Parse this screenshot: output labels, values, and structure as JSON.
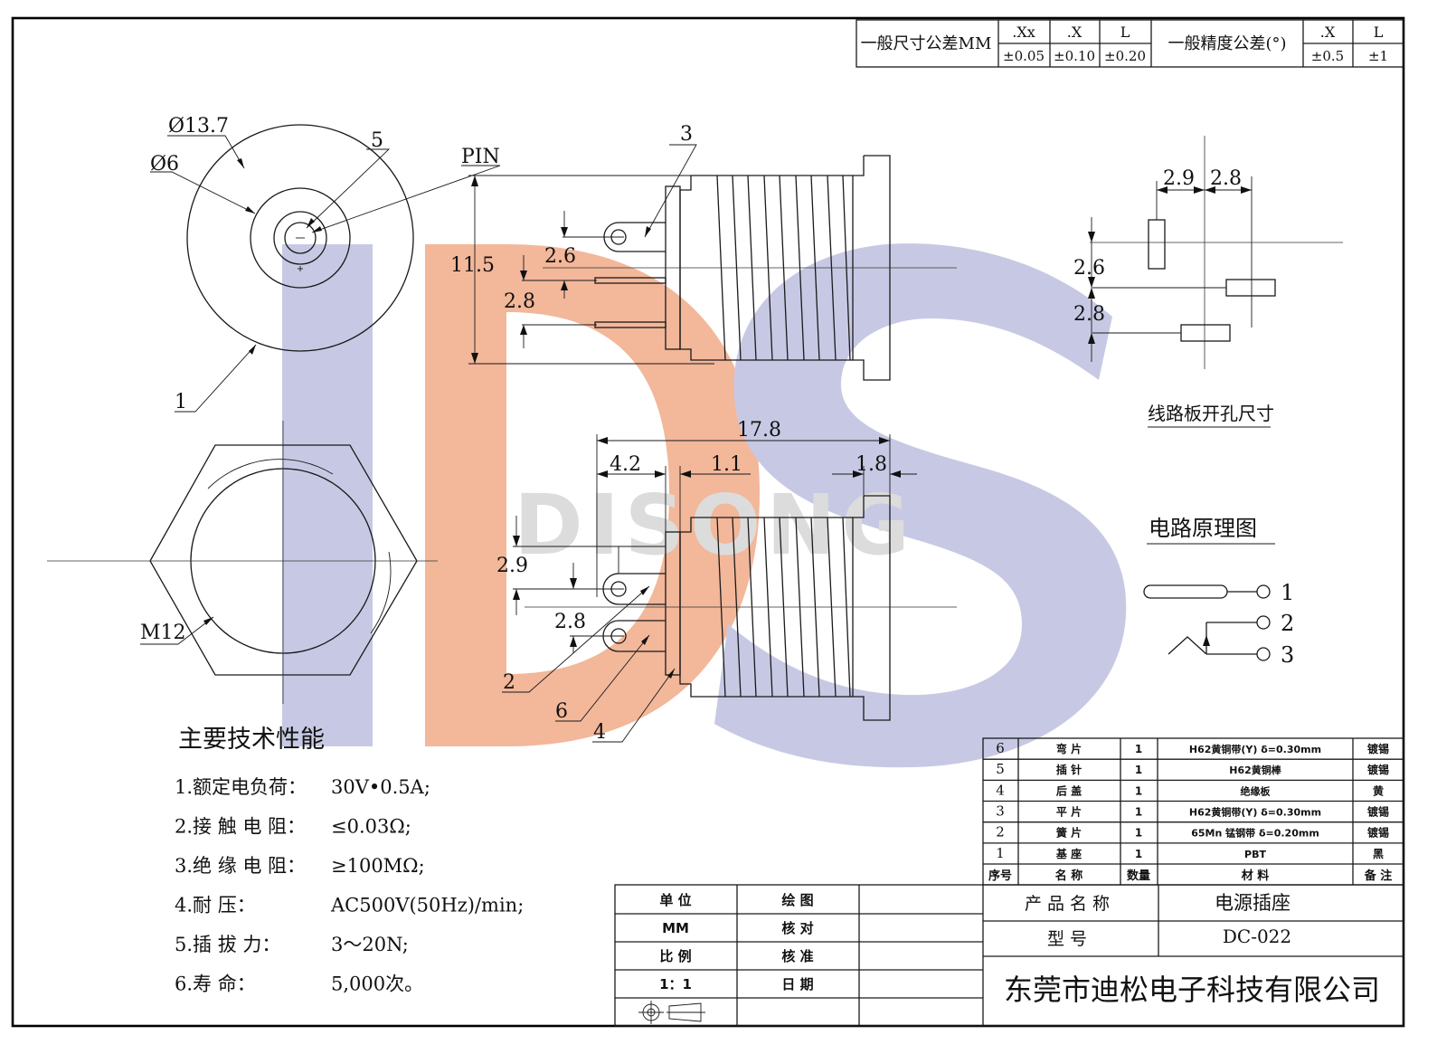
{
  "tolerance": {
    "dim_label": "一般尺寸公差MM",
    "dim_heads": [
      ".Xx",
      ".X",
      "L"
    ],
    "dim_vals": [
      "±0.05",
      "±0.10",
      "±0.20"
    ],
    "ang_label": "一般精度公差(°)",
    "ang_heads": [
      ".X",
      "L"
    ],
    "ang_vals": [
      "±0.5",
      "±1"
    ]
  },
  "front_view": {
    "d_outer": "Ø13.7",
    "d_inner": "Ø6",
    "pin_label": "PIN",
    "callout_5": "5",
    "callout_1": "1",
    "thread": "M12"
  },
  "side_view": {
    "callout_3": "3",
    "height": "11.5",
    "dim_a": "2.6",
    "dim_b": "2.8"
  },
  "bottom_view": {
    "length": "17.8",
    "dim_42": "4.2",
    "dim_11": "1.1",
    "dim_18": "1.8",
    "dim_29": "2.9",
    "dim_28": "2.8",
    "callout_2": "2",
    "callout_6": "6",
    "callout_4": "4"
  },
  "pcb": {
    "dim_29": "2.9",
    "dim_28a": "2.8",
    "dim_26": "2.6",
    "dim_28b": "2.8",
    "title": "线路板开孔尺寸"
  },
  "schematic": {
    "title": "电路原理图",
    "pins": [
      "1",
      "2",
      "3"
    ]
  },
  "watermark": {
    "text": "DISONG",
    "letters": "DS",
    "colors": {
      "d": "#f3b79a",
      "s": "#c7c9e4",
      "bar": "#c7c9e4"
    }
  },
  "specs": {
    "title": "主要技术性能",
    "items": [
      {
        "label": "1.额定电负荷：",
        "value": "30V•0.5A;"
      },
      {
        "label": "2.接 触 电 阻：",
        "value": "≤0.03Ω;"
      },
      {
        "label": "3.绝 缘 电 阻：",
        "value": "≥100MΩ;"
      },
      {
        "label": "4.耐         压：",
        "value": "AC500V(50Hz)/min;"
      },
      {
        "label": "5.插    拔    力：",
        "value": "3～20N;"
      },
      {
        "label": "6.寿         命：",
        "value": "5,000次。"
      }
    ]
  },
  "bom": {
    "header": [
      "序号",
      "名  称",
      "数量",
      "材      料",
      "备 注"
    ],
    "rows": [
      [
        "6",
        "弯    片",
        "1",
        "H62黄铜带(Y) δ=0.30mm",
        "镀锡"
      ],
      [
        "5",
        "插    针",
        "1",
        "H62黄铜棒",
        "镀锡"
      ],
      [
        "4",
        "后    盖",
        "1",
        "绝缘板",
        "黄"
      ],
      [
        "3",
        "平    片",
        "1",
        "H62黄铜带(Y) δ=0.30mm",
        "镀锡"
      ],
      [
        "2",
        "簧    片",
        "1",
        "65Mn 锰钢带 δ=0.20mm",
        "镀锡"
      ],
      [
        "1",
        "基    座",
        "1",
        "PBT",
        "黑"
      ]
    ]
  },
  "title_block": {
    "left": [
      [
        "单    位",
        "绘    图"
      ],
      [
        "MM",
        "核    对"
      ],
      [
        "比    例",
        "核    准"
      ],
      [
        "1：1",
        "日    期"
      ]
    ],
    "product_name_label": "产 品 名 称",
    "product_name": "电源插座",
    "model_label": "型          号",
    "model": "DC-022",
    "company": "东莞市迪松电子科技有限公司"
  }
}
